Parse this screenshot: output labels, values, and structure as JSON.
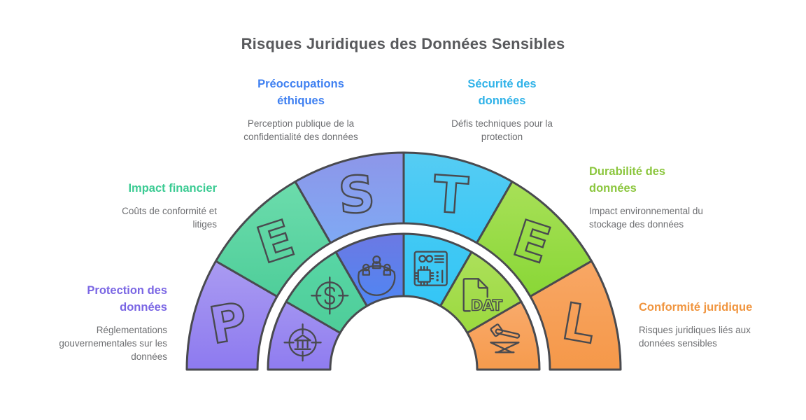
{
  "title": "Risques Juridiques des Données Sensibles",
  "colors": {
    "title_text": "#58595c",
    "description_text": "#6e6f72",
    "outline_stroke": "#494a4f",
    "background": "#ffffff"
  },
  "labels": [
    {
      "id": "preoccupations-ethiques",
      "heading": "Préoccupations éthiques",
      "description": "Perception publique de la confidentialité des données",
      "color": "#3f80f1"
    },
    {
      "id": "securite-donnees",
      "heading": "Sécurité des données",
      "description": "Défis techniques pour la protection",
      "color": "#2fb2e8"
    },
    {
      "id": "impact-financier",
      "heading": "Impact financier",
      "description": "Coûts de conformité et litiges",
      "color": "#3bcb93"
    },
    {
      "id": "durabilite-donnees",
      "heading": "Durabilité des données",
      "description": "Impact environnemental du stockage des données",
      "color": "#8bc63d"
    },
    {
      "id": "protection-donnees",
      "heading": "Protection des données",
      "description": "Réglementations gouvernementales sur les données",
      "color": "#7a66e4"
    },
    {
      "id": "conformite-juridique",
      "heading": "Conformité juridique",
      "description": "Risques juridiques liés aux données sensibles",
      "color": "#f0953f"
    }
  ],
  "diagram": {
    "type": "pestel-semicircle",
    "outer_segments": [
      {
        "letter": "P",
        "name": "politique",
        "color_top": "#aa9bf1",
        "color_bottom": "#8d7af0"
      },
      {
        "letter": "E",
        "name": "economique",
        "color_top": "#6cdcac",
        "color_bottom": "#4fce9a"
      },
      {
        "letter": "S",
        "name": "social",
        "color_top": "#8d96e9",
        "color_bottom": "#7fa9f4"
      },
      {
        "letter": "T",
        "name": "technologique",
        "color_top": "#56ccf3",
        "color_bottom": "#3bc8f6"
      },
      {
        "letter": "E",
        "name": "environnemental",
        "color_top": "#a8e058",
        "color_bottom": "#89d736"
      },
      {
        "letter": "L",
        "name": "legal",
        "color_top": "#f8a765",
        "color_bottom": "#f59849"
      }
    ],
    "inner_segments": [
      {
        "icon": "bank-target-icon",
        "color_top": "#a293f1",
        "color_bottom": "#8f7cf0"
      },
      {
        "icon": "dollar-target-icon",
        "color_top": "#58d6a5",
        "color_bottom": "#4ecd99"
      },
      {
        "icon": "people-icon",
        "color_top": "#6c79e3",
        "color_bottom": "#4f86f3"
      },
      {
        "icon": "circuit-board-icon",
        "color_top": "#41c9f4",
        "color_bottom": "#34c6f6"
      },
      {
        "icon": "dat-file-icon",
        "label": "DAT",
        "color_top": "#ace05b",
        "color_bottom": "#9bd93e"
      },
      {
        "icon": "gavel-icon",
        "color_top": "#f9aa6b",
        "color_bottom": "#f69b4d"
      }
    ]
  }
}
